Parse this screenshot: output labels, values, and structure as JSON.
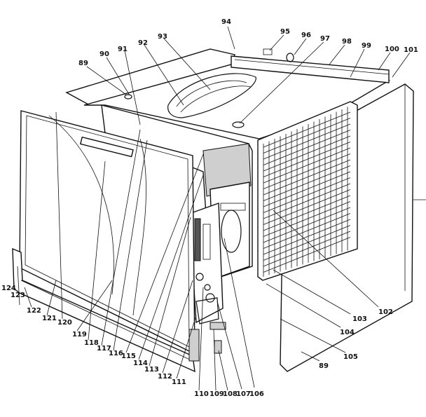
{
  "labels": [
    {
      "id": "l89",
      "text": "89"
    },
    {
      "id": "l90",
      "text": "90"
    },
    {
      "id": "l91",
      "text": "91"
    },
    {
      "id": "l92",
      "text": "92"
    },
    {
      "id": "l93",
      "text": "93"
    },
    {
      "id": "l94",
      "text": "94"
    },
    {
      "id": "l95",
      "text": "95"
    },
    {
      "id": "l96",
      "text": "96"
    },
    {
      "id": "l97",
      "text": "97"
    },
    {
      "id": "l98",
      "text": "98"
    },
    {
      "id": "l99",
      "text": "99"
    },
    {
      "id": "l100",
      "text": "100"
    },
    {
      "id": "l101",
      "text": "101"
    },
    {
      "id": "l102",
      "text": "102"
    },
    {
      "id": "l103",
      "text": "103"
    },
    {
      "id": "l104",
      "text": "104"
    },
    {
      "id": "l105",
      "text": "105"
    },
    {
      "id": "l89b",
      "text": "89"
    },
    {
      "id": "l106",
      "text": "106"
    },
    {
      "id": "l107",
      "text": "107"
    },
    {
      "id": "l108",
      "text": "108"
    },
    {
      "id": "l109",
      "text": "109"
    },
    {
      "id": "l110",
      "text": "110"
    },
    {
      "id": "l111",
      "text": "111"
    },
    {
      "id": "l112",
      "text": "112"
    },
    {
      "id": "l113",
      "text": "113"
    },
    {
      "id": "l114",
      "text": "114"
    },
    {
      "id": "l115",
      "text": "115"
    },
    {
      "id": "l116",
      "text": "116"
    },
    {
      "id": "l117",
      "text": "117"
    },
    {
      "id": "l118",
      "text": "118"
    },
    {
      "id": "l119",
      "text": "119"
    },
    {
      "id": "l120",
      "text": "120"
    },
    {
      "id": "l121",
      "text": "121"
    },
    {
      "id": "l122",
      "text": "122"
    },
    {
      "id": "l123",
      "text": "123"
    },
    {
      "id": "l124",
      "text": "124"
    }
  ]
}
